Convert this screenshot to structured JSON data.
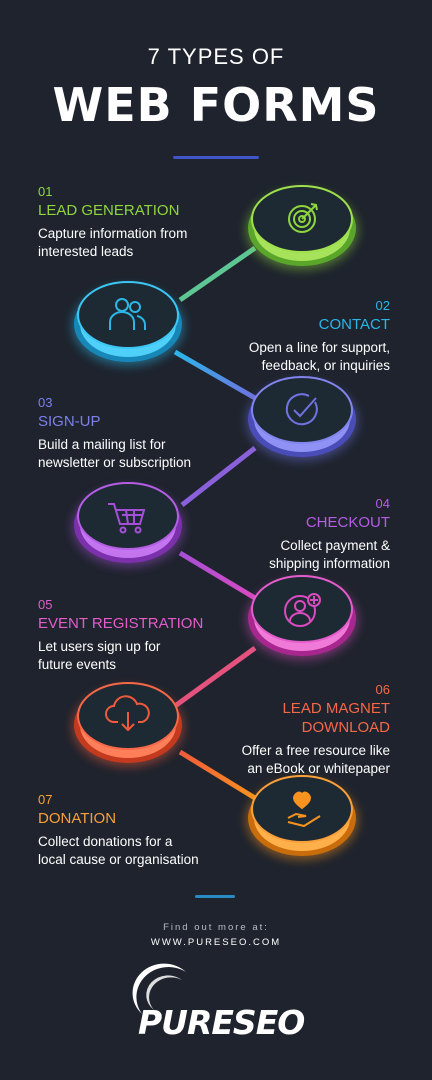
{
  "header": {
    "subtitle": "7 TYPES OF",
    "title": "WEB FORMS"
  },
  "colors": {
    "background": "#1e232d",
    "step1": "#8fd63e",
    "step2": "#2bb6e8",
    "step3": "#6f72e0",
    "step4": "#a54fd6",
    "step5": "#d94bc0",
    "step6": "#f05a3c",
    "step7": "#f7931e"
  },
  "items": [
    {
      "num": "01",
      "title": "LEAD GENERATION",
      "desc1": "Capture information from",
      "desc2": "interested leads",
      "icon": "target-icon"
    },
    {
      "num": "02",
      "title": "CONTACT",
      "desc1": "Open a line for support,",
      "desc2": "feedback, or inquiries",
      "icon": "users-icon"
    },
    {
      "num": "03",
      "title": "SIGN-UP",
      "desc1": "Build a mailing list for",
      "desc2": "newsletter or subscription",
      "icon": "check-circle-icon"
    },
    {
      "num": "04",
      "title": "CHECKOUT",
      "desc1": "Collect payment &",
      "desc2": "shipping information",
      "icon": "cart-icon"
    },
    {
      "num": "05",
      "title": "EVENT REGISTRATION",
      "desc1": "Let users sign up for",
      "desc2": "future events",
      "icon": "add-user-icon"
    },
    {
      "num": "06",
      "title": "LEAD MAGNET",
      "title2": "DOWNLOAD",
      "desc1": "Offer a free resource like",
      "desc2": "an eBook or whitepaper",
      "icon": "cloud-download-icon"
    },
    {
      "num": "07",
      "title": "DONATION",
      "desc1": "Collect donations for a",
      "desc2": "local cause or organisation",
      "icon": "heart-hand-icon"
    }
  ],
  "footer": {
    "find": "Find out more at:",
    "url": "WWW.PURESEO.COM",
    "logo": "PURESEO"
  }
}
